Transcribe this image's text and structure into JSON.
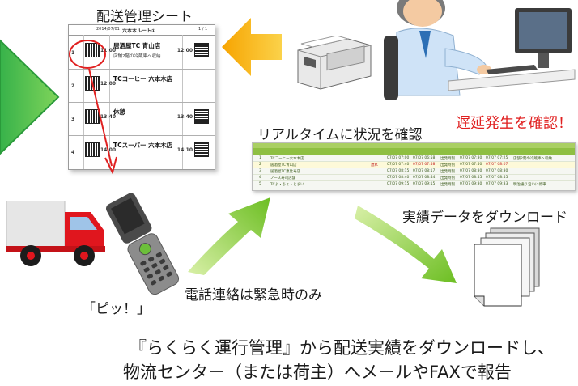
{
  "labels": {
    "sheet_title": "配送管理シート",
    "realtime": "リアルタイムに状況を確認",
    "delay": "遅延発生を確認！",
    "download": "実績データをダウンロード",
    "beep": "「ピッ！」",
    "phone": "電話連絡は緊急時のみ",
    "footer_line1": "『らくらく運行管理』から配送実績をダウンロードし、",
    "footer_line2": "物流センター（または荷主）へメールやFAXで報告"
  },
  "sheet": {
    "date": "2014/07/01",
    "course": "六本木ルート①",
    "page": "1 / 1",
    "rows": [
      {
        "no": "1",
        "time": "11:00",
        "name": "居酒屋TC 青山店",
        "sub": "店舗2階の冷蔵庫へ収納",
        "time2": "12:00"
      },
      {
        "no": "2",
        "time": "12:00",
        "name": "TCコーヒー 六本木店",
        "sub": "",
        "time2": ""
      },
      {
        "no": "3",
        "time": "13:40",
        "name": "休憩",
        "sub": "",
        "time2": "13:40"
      },
      {
        "no": "4",
        "time": "14:00",
        "name": "TCスーパー 六本木店",
        "sub": "",
        "time2": "14:10"
      }
    ]
  },
  "table": {
    "rows": [
      {
        "no": "1",
        "point": "TCコーヒー六本木店",
        "s1": "",
        "plan": "07/07 07:00",
        "act": "07/07 06:58",
        "s2": "出発時刻",
        "plan2": "07/07 07:30",
        "act2": "07/07 07:25",
        "note": "店舗2階の冷蔵庫へ収納"
      },
      {
        "no": "2",
        "point": "居酒屋TC青山店",
        "s1": "遅れ",
        "plan": "07/07 07:40",
        "act": "07/07 07:58",
        "s2": "出発時刻",
        "plan2": "07/07 07:50",
        "act2": "07/07 08:07",
        "note": ""
      },
      {
        "no": "3",
        "point": "居酒屋TC恵比寿店",
        "s1": "",
        "plan": "07/07 08:15",
        "act": "07/07 08:17",
        "s2": "出発時刻",
        "plan2": "07/07 08:30",
        "act2": "07/07 08:30",
        "note": ""
      },
      {
        "no": "4",
        "point": "ノーズ寿司店舗",
        "s1": "",
        "plan": "07/07 08:40",
        "act": "07/07 08:44",
        "s2": "出発時刻",
        "plan2": "07/07 08:55",
        "act2": "07/07 08:55",
        "note": ""
      },
      {
        "no": "5",
        "point": "TCよ・ちょ・とまい",
        "s1": "",
        "plan": "07/07 09:15",
        "act": "07/07 09:15",
        "s2": "出発時刻",
        "plan2": "07/07 09:30",
        "act2": "07/07 09:33",
        "note": "明治通り沿いに停車"
      }
    ]
  },
  "colors": {
    "arrow_orange": "#f6b500",
    "arrow_green": "#7cc61e",
    "highlight_red": "#e02020",
    "table_green": "#8ebf42"
  }
}
